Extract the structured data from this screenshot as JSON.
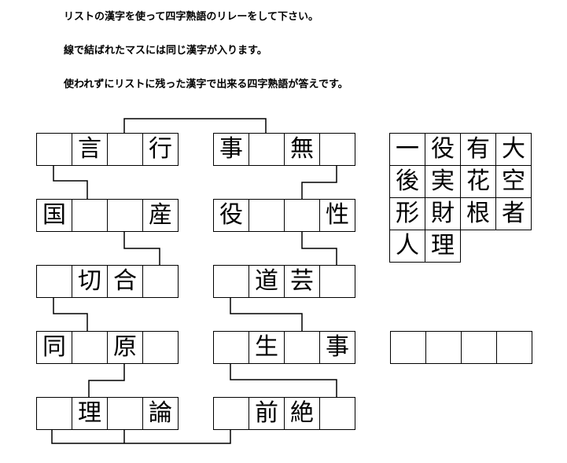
{
  "instructions": [
    "リストの漢字を使って四字熟語のリレーをして下さい。",
    "線で結ばれたマスには同じ漢字が入ります。",
    "使われずにリストに残った漢字で出来る四字熟語が答えです。"
  ],
  "left_column": [
    [
      "",
      "言",
      "",
      "行"
    ],
    [
      "国",
      "",
      "",
      "産"
    ],
    [
      "",
      "切",
      "合",
      ""
    ],
    [
      "同",
      "",
      "原",
      ""
    ],
    [
      "",
      "理",
      "",
      "論"
    ]
  ],
  "right_column": [
    [
      "事",
      "",
      "無",
      ""
    ],
    [
      "役",
      "",
      "",
      "性"
    ],
    [
      "",
      "道",
      "芸",
      ""
    ],
    [
      "",
      "生",
      "",
      "事"
    ],
    [
      "",
      "前",
      "絶",
      ""
    ]
  ],
  "kanji_list": [
    "一",
    "役",
    "有",
    "大",
    "後",
    "実",
    "花",
    "空",
    "形",
    "財",
    "根",
    "者",
    "人",
    "理"
  ],
  "answer": [
    "",
    "",
    "",
    ""
  ]
}
